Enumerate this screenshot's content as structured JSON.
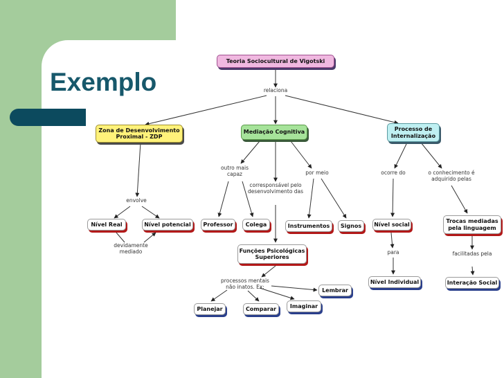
{
  "slide": {
    "title": "Exemplo"
  },
  "nodes": {
    "root": "Teoria Sociocultural de Vigotski",
    "zdp": "Zona de Desenvolvimento Proximal - ZDP",
    "mediacao": "Mediação Cognitiva",
    "internalizacao": "Processo de Internalização",
    "nivel_real": "Nível Real",
    "nivel_potencial": "Nível potencial",
    "professor": "Professor",
    "colega": "Colega",
    "instrumentos": "Instrumentos",
    "signos": "Signos",
    "nivel_social": "Nível social",
    "trocas": "Trocas mediadas pela linguagem",
    "funcoes": "Funções Psicológicas Superiores",
    "nivel_individual": "Nível Individual",
    "interacao": "Interação Social",
    "lembrar": "Lembrar",
    "planejar": "Planejar",
    "comparar": "Comparar",
    "imaginar": "Imaginar"
  },
  "links": {
    "relaciona": "relaciona",
    "envolve": "envolve",
    "devidamente": "devidamente mediado",
    "outro": "outro mais capaz",
    "corresponsavel": "corresponsável pelo desenvolvimento das",
    "pormeio": "por meio",
    "ocorre": "ocorre do",
    "conhecimento": "o conhecimento é adquirido pelas",
    "para": "para",
    "facilitadas": "facilitadas pela",
    "processos": "processos mentais não inatos. Ex:"
  }
}
